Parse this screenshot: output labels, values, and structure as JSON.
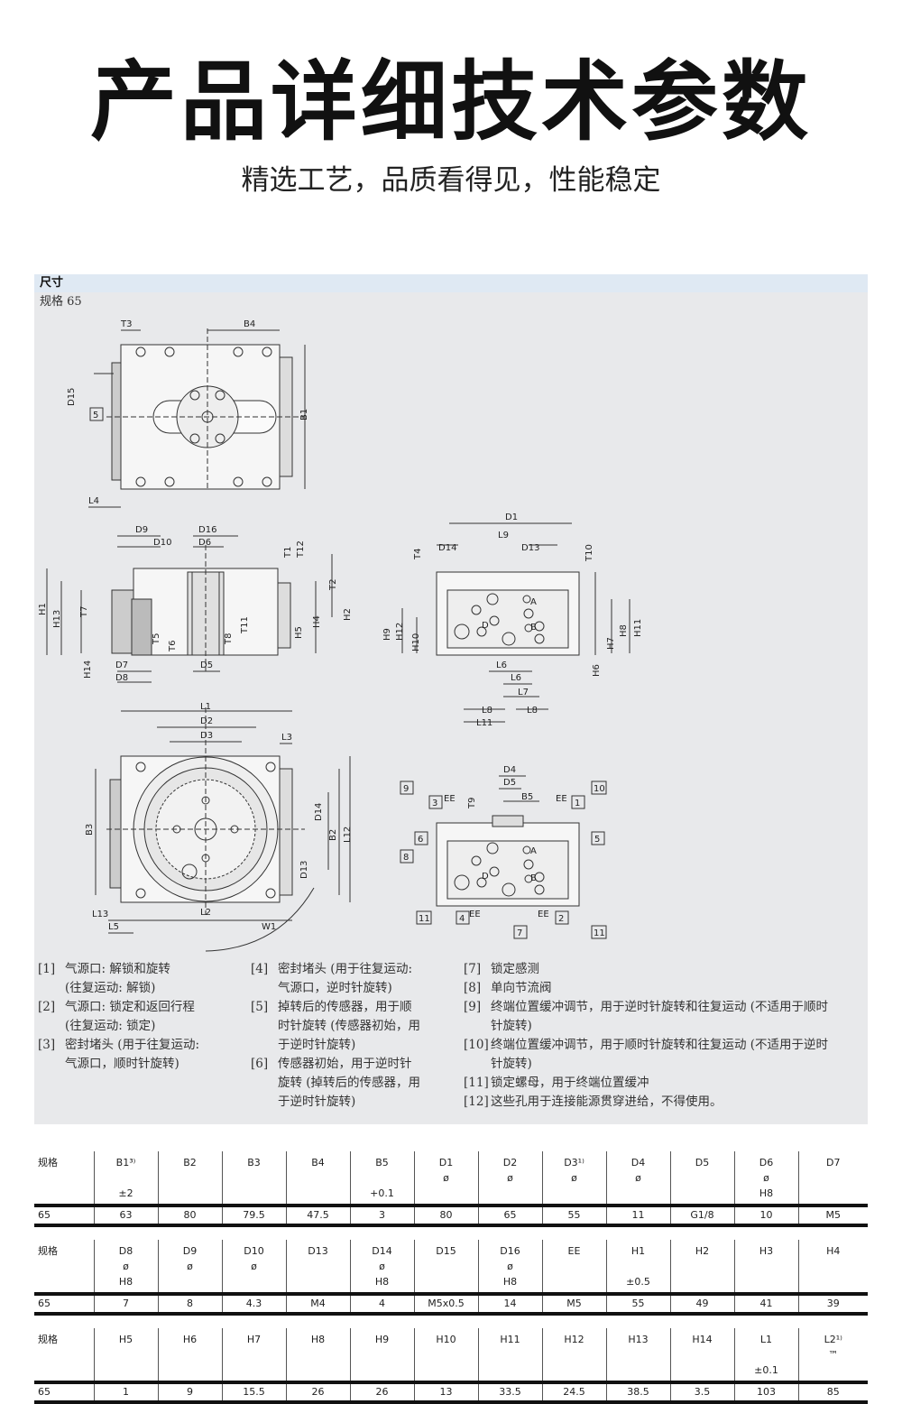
{
  "header": {
    "title": "产品详细技术参数",
    "subtitle": "精选工艺，品质看得见，性能稳定"
  },
  "panel": {
    "title": "尺寸",
    "subtitle": "规格 65"
  },
  "drawing_labels": {
    "top_view": [
      "T3",
      "B4",
      "D15",
      "B1",
      "L4",
      "5"
    ],
    "front_view": [
      "D9",
      "D16",
      "D10",
      "D6",
      "T1",
      "T12",
      "H1",
      "H13",
      "T7",
      "T2",
      "H2",
      "H4",
      "H5",
      "T11",
      "T5",
      "T6",
      "T8",
      "H14",
      "D7",
      "D8",
      "D5"
    ],
    "side_view": [
      "D1",
      "L9",
      "T4",
      "D14",
      "D13",
      "T10",
      "H9",
      "H12",
      "H10",
      "H8",
      "H7",
      "H11",
      "H6",
      "L6",
      "L6",
      "L7",
      "L8",
      "L8",
      "L11",
      "A",
      "B",
      "D"
    ],
    "bottom_view": [
      "L1",
      "D2",
      "D3",
      "L3",
      "B3",
      "D14",
      "B2",
      "L12",
      "D13",
      "L13",
      "L5",
      "L2",
      "W1"
    ],
    "side_view_2": [
      "D4",
      "D5",
      "T9",
      "B5",
      "EE",
      "EE",
      "EE",
      "EE",
      "9",
      "10",
      "3",
      "1",
      "6",
      "5",
      "8",
      "11",
      "4",
      "2",
      "7",
      "11",
      "A",
      "B",
      "D"
    ]
  },
  "notes": [
    {
      "num": "[1]",
      "lines": [
        "气源口: 解锁和旋转",
        "(往复运动: 解锁)"
      ]
    },
    {
      "num": "[2]",
      "lines": [
        "气源口: 锁定和返回行程",
        "(往复运动: 锁定)"
      ]
    },
    {
      "num": "[3]",
      "lines": [
        "密封堵头 (用于往复运动:",
        "气源口，顺时针旋转)"
      ]
    },
    {
      "num": "[4]",
      "lines": [
        "密封堵头 (用于往复运动:",
        "气源口，逆时针旋转)"
      ]
    },
    {
      "num": "[5]",
      "lines": [
        "掉转后的传感器，用于顺",
        "时针旋转 (传感器初始，用",
        "于逆时针旋转)"
      ]
    },
    {
      "num": "[6]",
      "lines": [
        "传感器初始，用于逆时针",
        "旋转 (掉转后的传感器，用",
        "于逆时针旋转)"
      ]
    },
    {
      "num": "[7]",
      "lines": [
        "锁定感测"
      ]
    },
    {
      "num": "[8]",
      "lines": [
        "单向节流阀"
      ]
    },
    {
      "num": "[9]",
      "lines": [
        "终端位置缓冲调节，用于逆时针旋转和往复运动 (不适用于顺时",
        "针旋转)"
      ]
    },
    {
      "num": "[10]",
      "lines": [
        "终端位置缓冲调节，用于顺时针旋转和往复运动 (不适用于逆时",
        "针旋转)"
      ]
    },
    {
      "num": "[11]",
      "lines": [
        "锁定螺母，用于终端位置缓冲"
      ]
    },
    {
      "num": "[12]",
      "lines": [
        "这些孔用于连接能源贯穿进给，不得使用。"
      ]
    }
  ],
  "tables": [
    {
      "headers": [
        [
          "规格",
          "",
          ""
        ],
        [
          "B1³⁾",
          "",
          "±2"
        ],
        [
          "B2",
          "",
          ""
        ],
        [
          "B3",
          "",
          ""
        ],
        [
          "B4",
          "",
          ""
        ],
        [
          "B5",
          "",
          "+0.1"
        ],
        [
          "D1",
          "ø",
          ""
        ],
        [
          "D2",
          "ø",
          ""
        ],
        [
          "D3¹⁾",
          "ø",
          ""
        ],
        [
          "D4",
          "ø",
          ""
        ],
        [
          "D5",
          "",
          ""
        ],
        [
          "D6",
          "ø",
          "H8"
        ],
        [
          "D7",
          "",
          ""
        ]
      ],
      "values": [
        "65",
        "63",
        "80",
        "79.5",
        "47.5",
        "3",
        "80",
        "65",
        "55",
        "11",
        "G1/8",
        "10",
        "M5"
      ]
    },
    {
      "headers": [
        [
          "规格",
          "",
          ""
        ],
        [
          "D8",
          "ø",
          "H8"
        ],
        [
          "D9",
          "ø",
          ""
        ],
        [
          "D10",
          "ø",
          ""
        ],
        [
          "D13",
          "",
          ""
        ],
        [
          "D14",
          "ø",
          "H8"
        ],
        [
          "D15",
          "",
          ""
        ],
        [
          "D16",
          "ø",
          "H8"
        ],
        [
          "EE",
          "",
          ""
        ],
        [
          "H1",
          "",
          "±0.5"
        ],
        [
          "H2",
          "",
          ""
        ],
        [
          "H3",
          "",
          ""
        ],
        [
          "H4",
          "",
          ""
        ]
      ],
      "values": [
        "65",
        "7",
        "8",
        "4.3",
        "M4",
        "4",
        "M5x0.5",
        "14",
        "M5",
        "55",
        "49",
        "41",
        "39"
      ]
    },
    {
      "headers": [
        [
          "规格",
          "",
          ""
        ],
        [
          "H5",
          "",
          ""
        ],
        [
          "H6",
          "",
          ""
        ],
        [
          "H7",
          "",
          ""
        ],
        [
          "H8",
          "",
          ""
        ],
        [
          "H9",
          "",
          ""
        ],
        [
          "H10",
          "",
          ""
        ],
        [
          "H11",
          "",
          ""
        ],
        [
          "H12",
          "",
          ""
        ],
        [
          "H13",
          "",
          ""
        ],
        [
          "H14",
          "",
          ""
        ],
        [
          "L1",
          "",
          "±0.1"
        ],
        [
          "L2¹⁾",
          "™",
          ""
        ]
      ],
      "values": [
        "65",
        "1",
        "9",
        "15.5",
        "26",
        "26",
        "13",
        "33.5",
        "24.5",
        "38.5",
        "3.5",
        "103",
        "85"
      ]
    }
  ]
}
